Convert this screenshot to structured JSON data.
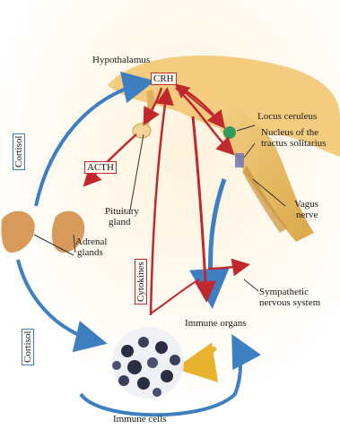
{
  "labels": {
    "hypothalamus": "Hypothalamus",
    "crh": "CRH",
    "locus_ceruleus": "Locus ceruleus",
    "nucleus_tractus_line1": "Nucleus of the",
    "nucleus_tractus_line2": "tractus solitarius",
    "acth": "ACTH",
    "pituitary_line1": "Pituitary",
    "pituitary_line2": "gland",
    "vagus_line1": "Vagus",
    "vagus_line2": "nerve",
    "adrenal_line1": "Adrenal",
    "adrenal_line2": "glands",
    "cortisol_top": "Cortisol",
    "cortisol_bottom": "Cortisol",
    "cytokines": "Cytokines",
    "sympathetic_line1": "Sympathetic",
    "sympathetic_line2": "nervous system",
    "immune_organs": "Immune organs",
    "immune_cells": "Immune cells"
  },
  "colors": {
    "hypothalamus_fill": "#f5c97a",
    "brainstem_fill": "#e8b85a",
    "adrenal_fill": "#d89a5a",
    "cortisol_arrow": "#3d7fc0",
    "crh_arrow": "#c0282d",
    "locus_dot": "#2e9e5a",
    "immune_arrow": "#e8b22e"
  }
}
